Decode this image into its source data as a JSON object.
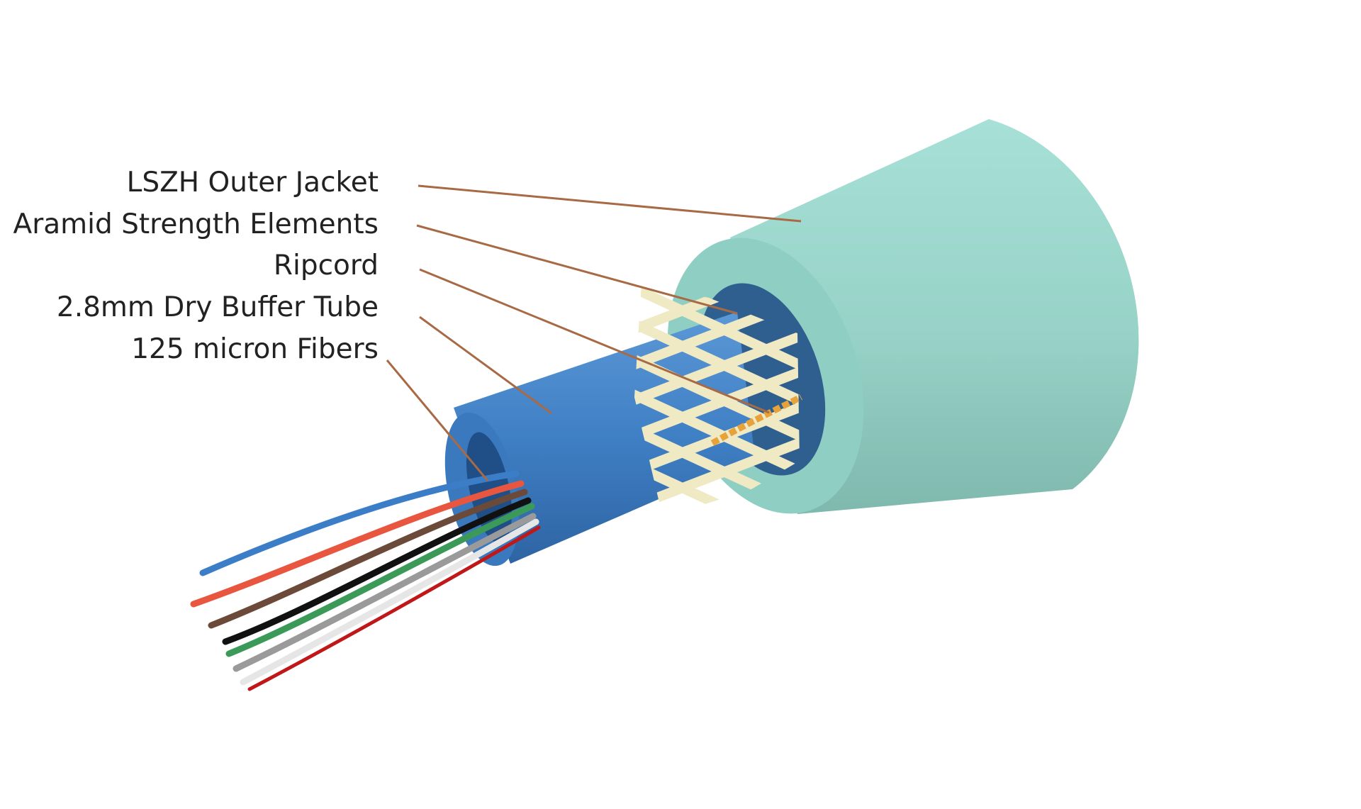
{
  "labels": {
    "outer_jacket": "LSZH Outer Jacket",
    "aramid": "Aramid Strength Elements",
    "ripcord": "Ripcord",
    "buffer_tube": "2.8mm Dry Buffer Tube",
    "fibers": "125 micron Fibers"
  },
  "colors": {
    "jacket": "#9ed9cf",
    "buffer_tube": "#3f7fc4",
    "aramid": "#efe9c4",
    "ripcord": "#e8a23a",
    "leader_line": "#a86a45",
    "fiber_colors": [
      "#3b7ec7",
      "#e8563f",
      "#6b4a3a",
      "#111111",
      "#3c9a58",
      "#9a9a9a",
      "#f4f4f4",
      "#c01818"
    ]
  }
}
